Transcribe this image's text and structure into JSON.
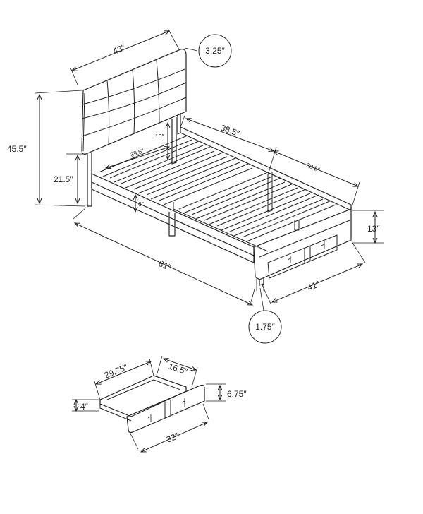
{
  "bed": {
    "headboard_width": "43″",
    "headboard_thickness": "3.25″",
    "total_height": "45.5″",
    "side_rail_height": "21.5″",
    "headboard_gap": "10″",
    "inner_slat_length": "39.5″",
    "slat_section_length": "38.5″",
    "slat_section_length_2": "38.5″",
    "leg_height": "6″",
    "footboard_height": "13″",
    "total_length": "81″",
    "total_width": "41″",
    "rail_thickness": "1.75″"
  },
  "drawer": {
    "depth": "29.75″",
    "front_width": "16.5″",
    "front_height": "6.75″",
    "box_height": "4″",
    "length": "32″"
  },
  "colors": {
    "line": "#222222",
    "background": "#ffffff"
  }
}
